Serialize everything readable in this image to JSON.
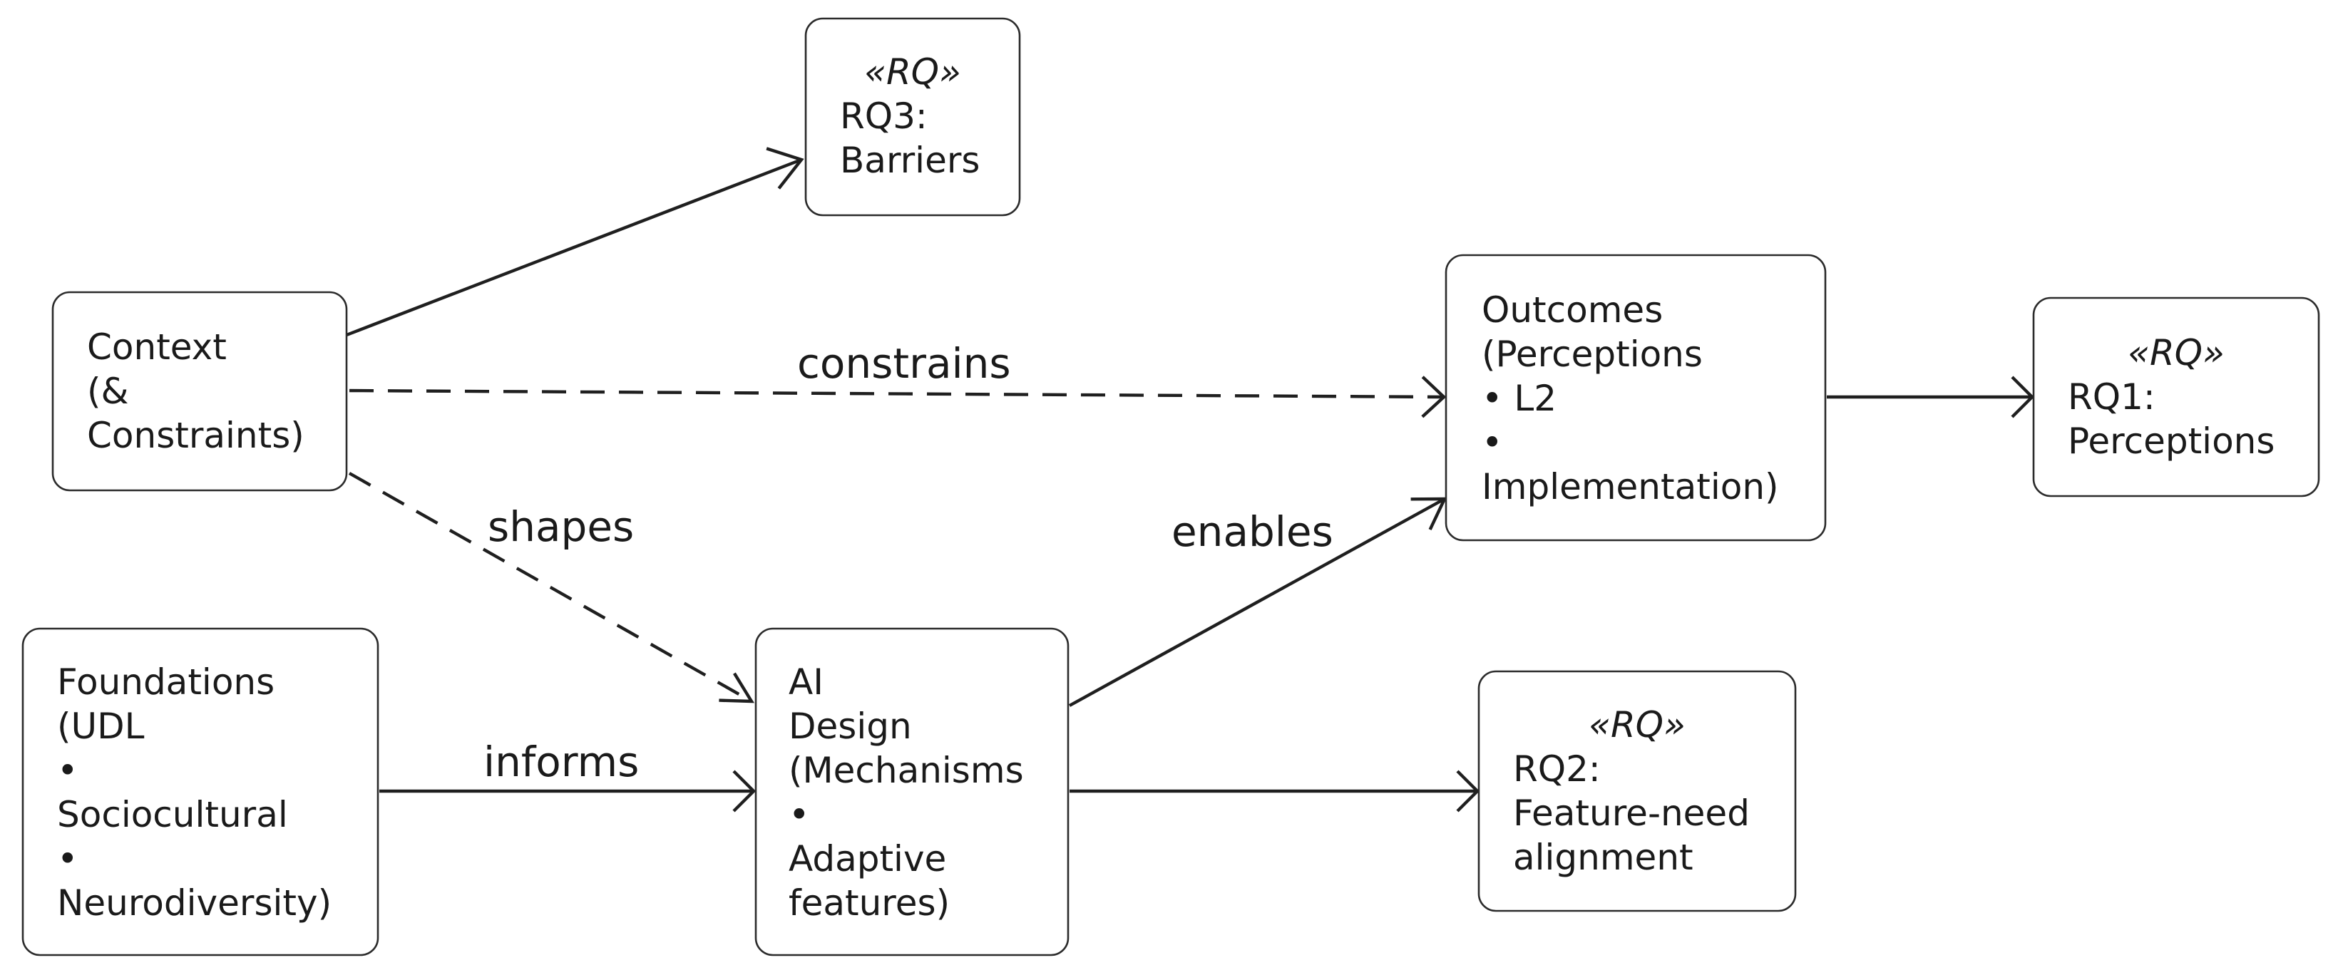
{
  "nodes": {
    "context": {
      "lines": [
        "Context",
        "(&",
        "Constraints)"
      ]
    },
    "foundations": {
      "lines": [
        "Foundations",
        "(UDL",
        "•",
        "Sociocultural",
        "•",
        "Neurodiversity)"
      ]
    },
    "ai_design": {
      "lines": [
        "AI",
        "Design",
        "(Mechanisms",
        "•",
        "Adaptive",
        "features)"
      ]
    },
    "outcomes": {
      "lines": [
        "Outcomes",
        "(Perceptions",
        "• L2",
        "•",
        "Implementation)"
      ]
    },
    "rq3": {
      "stereotype": "«RQ»",
      "lines": [
        "RQ3:",
        "Barriers"
      ]
    },
    "rq1": {
      "stereotype": "«RQ»",
      "lines": [
        "RQ1:",
        "Perceptions"
      ]
    },
    "rq2": {
      "stereotype": "«RQ»",
      "lines": [
        "RQ2:",
        "Feature-need",
        "alignment"
      ]
    }
  },
  "edges": {
    "context_to_rq3": {
      "label": "",
      "style": "solid"
    },
    "context_to_outcomes": {
      "label": "constrains",
      "style": "dashed"
    },
    "context_to_ai_design": {
      "label": "shapes",
      "style": "dashed"
    },
    "foundations_to_ai_design": {
      "label": "informs",
      "style": "solid"
    },
    "ai_design_to_outcomes": {
      "label": "enables",
      "style": "solid"
    },
    "ai_design_to_rq2": {
      "label": "",
      "style": "solid"
    },
    "outcomes_to_rq1": {
      "label": "",
      "style": "solid"
    }
  }
}
